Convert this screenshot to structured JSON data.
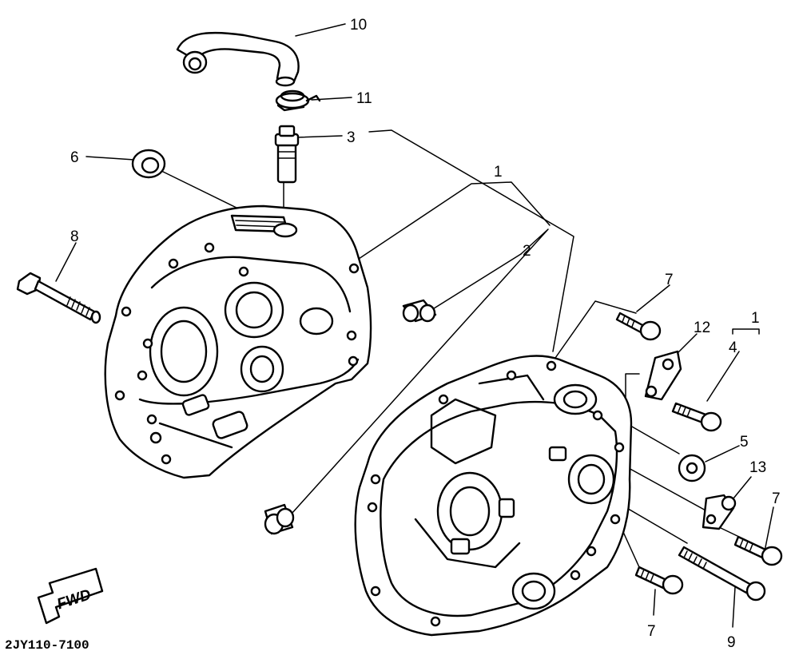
{
  "labels": {
    "l1_top": "1",
    "l1_right": "1",
    "l2": "2",
    "l3": "3",
    "l4": "4",
    "l5": "5",
    "l6": "6",
    "l7_upper": "7",
    "l7_right": "7",
    "l7_bottom": "7",
    "l8": "8",
    "l9": "9",
    "l10": "10",
    "l11": "11",
    "l12": "12",
    "l13": "13"
  },
  "part_code": "2JY110-7100",
  "fwd_text": "FWD",
  "icons": {
    "fwd": "fwd-arrow-icon"
  },
  "colors": {
    "ink": "#000000",
    "paper": "#ffffff"
  }
}
